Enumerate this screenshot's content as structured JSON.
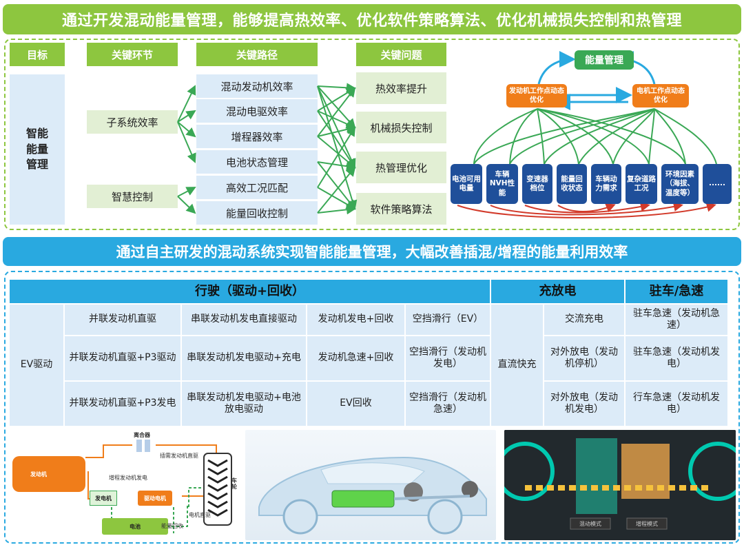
{
  "top_banner": "通过开发混动能量管理，能够提高热效率、优化软件策略算法、优化机械损失控制和热管理",
  "mid_banner": "通过自主研发的混动系统实现智能能量管理，大幅改善插混/增程的能量利用效率",
  "tree": {
    "headers": [
      "目标",
      "关键环节",
      "关键路径",
      "关键问题"
    ],
    "goal": "智能能量管理",
    "links": [
      "子系统效率",
      "智慧控制"
    ],
    "paths": [
      "混动发动机效率",
      "混动电驱效率",
      "增程器效率",
      "电池状态管理",
      "高效工况匹配",
      "能量回收控制"
    ],
    "issues": [
      "热效率提升",
      "机械损失控制",
      "热管理优化",
      "软件策略算法"
    ]
  },
  "energy_diagram": {
    "top": "能量管理",
    "left_node": "发动机工作点动态优化",
    "right_node": "电机工作点动态优化",
    "factors": [
      "电池可用电量",
      "车辆NVH性能",
      "变速器档位",
      "能量回收状态",
      "车辆动力需求",
      "复杂道路工况",
      "环境因素（海拔、温度等）",
      "......"
    ]
  },
  "modes_table": {
    "headers": {
      "drive": "行驶（驱动+回收）",
      "charge": "充放电",
      "park": "驻车/急速"
    },
    "ev": "EV驱动",
    "rows": [
      [
        "并联发动机直驱",
        "串联发动机发电直接驱动",
        "发动机发电+回收",
        "空挡滑行（EV）"
      ],
      [
        "并联发动机直驱+P3驱动",
        "串联发动机发电驱动+充电",
        "发动机急速+回收",
        "空挡滑行（发动机发电）"
      ],
      [
        "并联发动机直驱+P3发电",
        "串联发动机发电驱动+电池放电驱动",
        "EV回收",
        "空挡滑行（发动机急速）"
      ]
    ],
    "dc_fast": "直流快充",
    "charge_cells": [
      "交流充电",
      "对外放电（发动机停机）",
      "对外放电（发动机发电）"
    ],
    "park_cells": [
      "驻车急速（发动机急速）",
      "驻车急速（发动机发电）",
      "行车急速（发动机发电）"
    ]
  },
  "schematic": {
    "engine": "发动机",
    "clutch": "离合器",
    "wheel": "车轮",
    "generator": "发电机",
    "motor": "驱动电机",
    "battery": "电池",
    "labels": {
      "direct": "插需发动机直驱",
      "gen": "增程发动机发电",
      "motor_drive": "电机直驱",
      "regen": "能量回收"
    }
  },
  "photo_labels": [
    "混动模式",
    "增程模式"
  ],
  "colors": {
    "green": "#8dc63f",
    "blue": "#29a9e0",
    "navy": "#1f4f9a",
    "orange": "#f07d1a",
    "accent_green": "#3aa855",
    "red": "#d23a2a"
  }
}
